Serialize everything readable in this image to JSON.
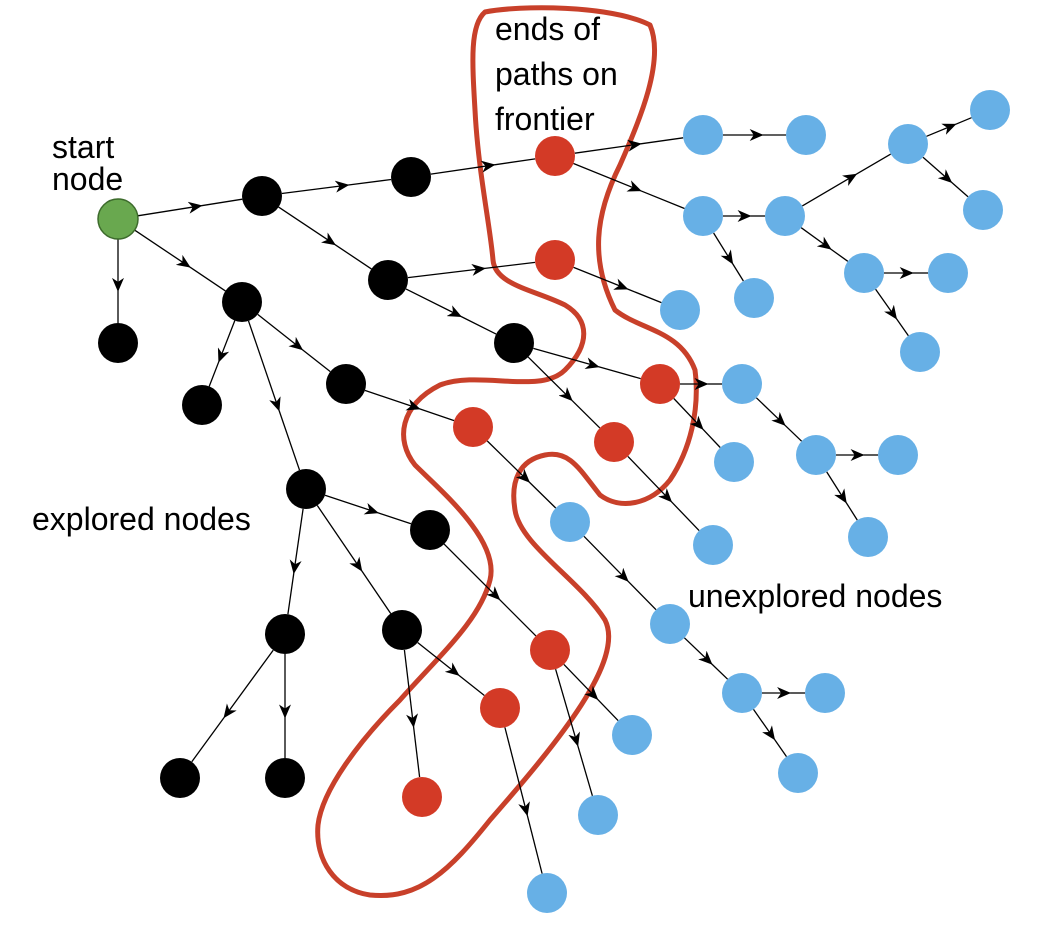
{
  "diagram": {
    "labels": {
      "start_node_line1": "start",
      "start_node_line2": "node",
      "frontier_line1": "ends of",
      "frontier_line2": "paths on",
      "frontier_line3": "frontier",
      "explored": "explored nodes",
      "unexplored": "unexplored nodes"
    },
    "colors": {
      "start": "#69a84f",
      "explored": "#000000",
      "frontier": "#d33a26",
      "unexplored": "#67b0e6",
      "outline": "#c8402a",
      "edge": "#000000"
    },
    "node_types": [
      "start",
      "explored",
      "frontier",
      "unexplored"
    ]
  }
}
